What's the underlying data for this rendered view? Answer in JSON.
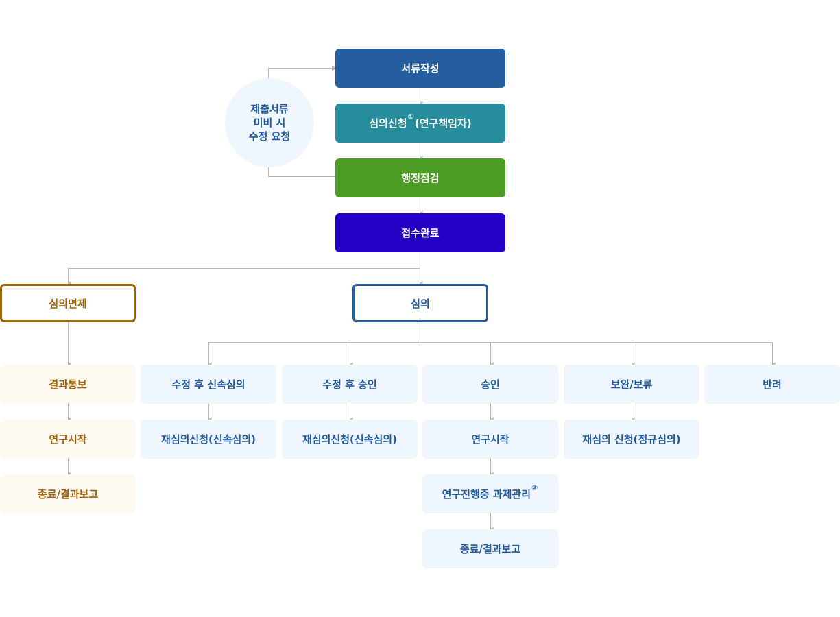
{
  "main_flow": {
    "document_prep": "서류작성",
    "review_request": "심의신청",
    "review_request_mark": "①",
    "review_request_suffix": "(연구책임자)",
    "admin_check": "행정점검",
    "receipt_complete": "접수완료"
  },
  "feedback": {
    "line1": "제출서류",
    "line2": "미비 시",
    "line3": "수정 요청"
  },
  "branches": {
    "exempt": "심의면제",
    "review": "심의"
  },
  "exempt_flow": {
    "notify": "결과통보",
    "start": "연구시작",
    "end": "종료/결과보고"
  },
  "outcomes": {
    "revise_continue": "수정 후 신속심의",
    "revise_continue_next": "재심의신청(신속심의)",
    "revise_approve": "수정 후 승인",
    "revise_approve_next": "재심의신청(신속심의)",
    "approve": "승인",
    "approve_start": "연구시작",
    "approve_manage": "연구진행중 과제관리",
    "approve_manage_mark": "②",
    "approve_end": "종료/결과보고",
    "hold": "보완/보류",
    "hold_next": "재심의 신청(정규심의)",
    "reject": "반려"
  },
  "colors": {
    "document_prep": "#245e9e",
    "review_request": "#268d9c",
    "admin_check": "#4c9c24",
    "receipt_complete": "#2300c4",
    "exempt_border": "#9c6606",
    "review_border": "#245e9e",
    "connector": "#b9b9b9"
  }
}
